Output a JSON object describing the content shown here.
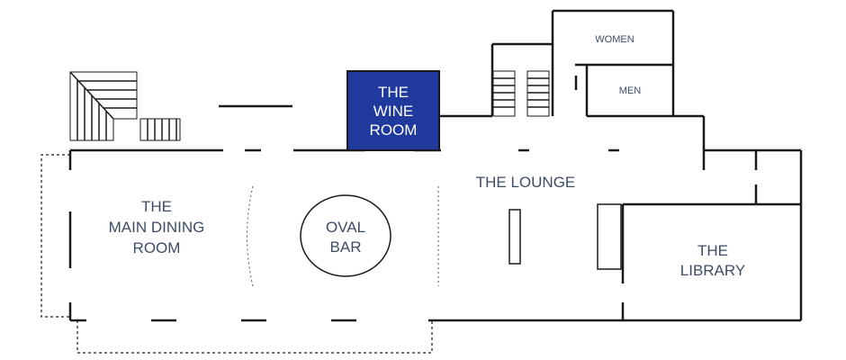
{
  "rooms": {
    "wine_room": [
      "THE",
      "WINE",
      "ROOM"
    ],
    "main_dining": [
      "THE",
      "MAIN DINING",
      "ROOM"
    ],
    "oval_bar": [
      "OVAL",
      "BAR"
    ],
    "lounge": "THE LOUNGE",
    "library": [
      "THE",
      "LIBRARY"
    ],
    "women": "WOMEN",
    "men": "MEN"
  },
  "colors": {
    "highlight": "#1f3a9c",
    "label": "#3d4d66",
    "wall": "#1a1a1a"
  }
}
